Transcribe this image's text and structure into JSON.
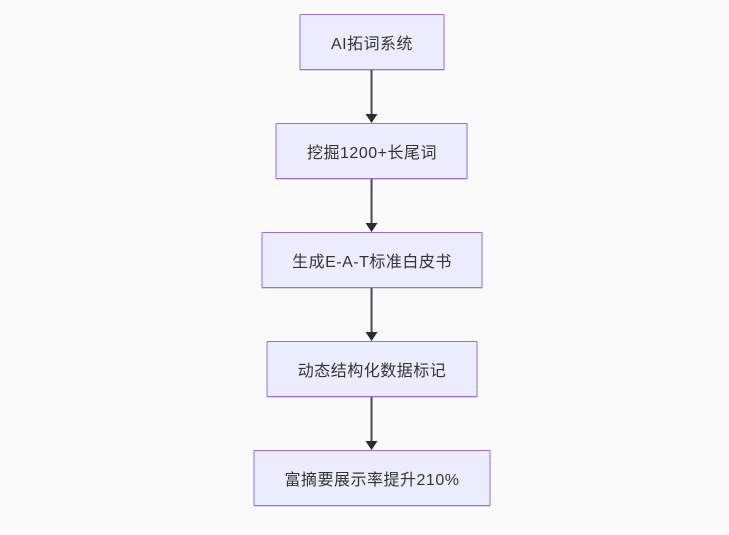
{
  "flowchart": {
    "type": "flowchart-vertical",
    "nodes": [
      {
        "label": "AI拓词系统"
      },
      {
        "label": "挖掘1200+长尾词"
      },
      {
        "label": "生成E-A-T标准白皮书"
      },
      {
        "label": "动态结构化数据标记"
      },
      {
        "label": "富摘要展示率提升210%"
      }
    ],
    "colors": {
      "node_fill": "#ECECFF",
      "node_border": "#9370DB",
      "text": "#333333",
      "arrow_line": "#4b4b4b",
      "arrow_head": "#2b2b33",
      "canvas_bg": "#fafafa"
    }
  }
}
